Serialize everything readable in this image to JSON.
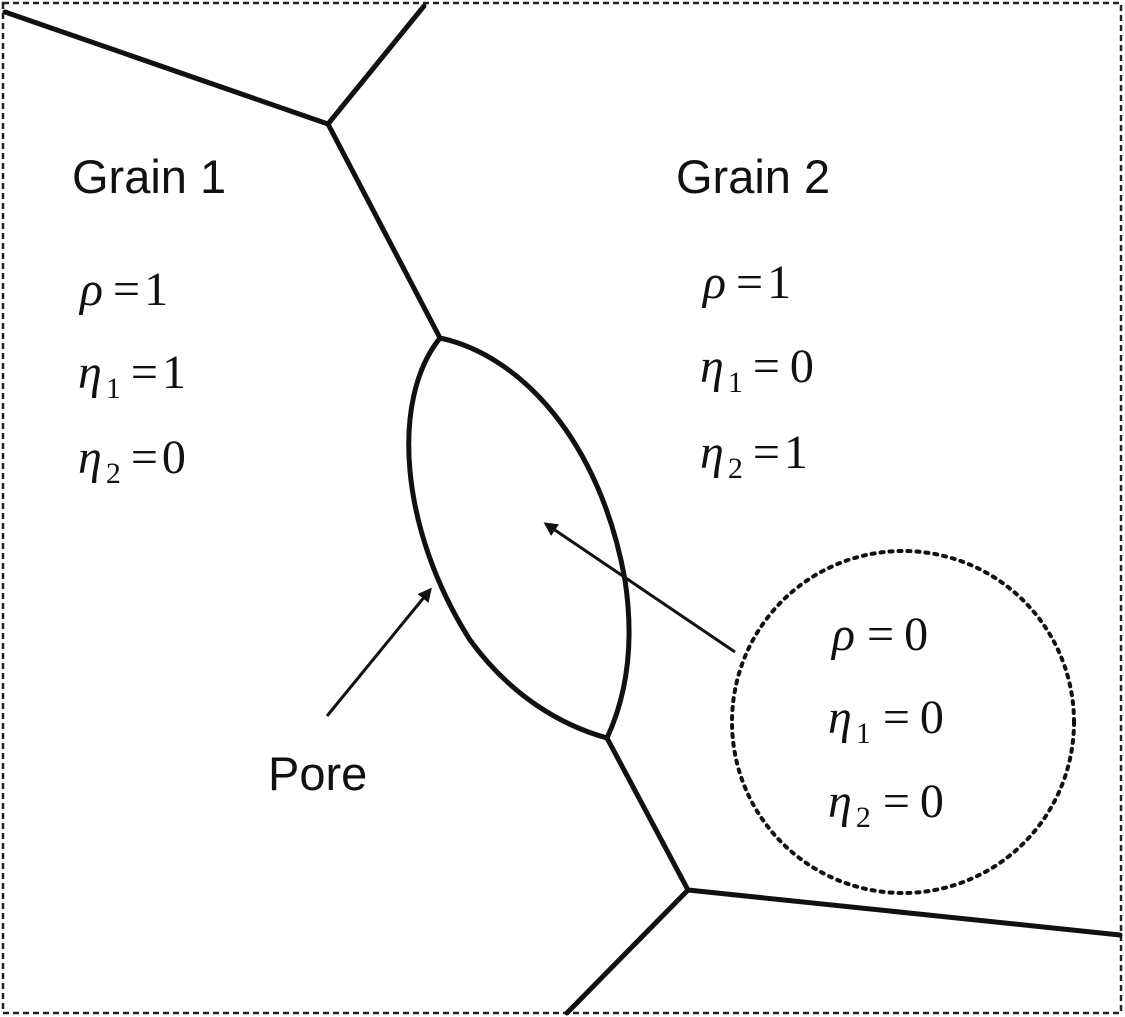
{
  "grain1": {
    "title": "Grain 1",
    "rho": {
      "symbol": "ρ",
      "sub": "",
      "value": "1"
    },
    "eta1": {
      "symbol": "η",
      "sub": "1",
      "value": "1"
    },
    "eta2": {
      "symbol": "η",
      "sub": "2",
      "value": "0"
    }
  },
  "grain2": {
    "title": "Grain 2",
    "rho": {
      "symbol": "ρ",
      "sub": "",
      "value": "1"
    },
    "eta1": {
      "symbol": "η",
      "sub": "1",
      "value": "0"
    },
    "eta2": {
      "symbol": "η",
      "sub": "2",
      "value": "1"
    }
  },
  "pore": {
    "label": "Pore",
    "rho": {
      "symbol": "ρ",
      "sub": "",
      "value": "0"
    },
    "eta1": {
      "symbol": "η",
      "sub": "1",
      "value": "0"
    },
    "eta2": {
      "symbol": "η",
      "sub": "2",
      "value": "0"
    }
  },
  "equals": "="
}
